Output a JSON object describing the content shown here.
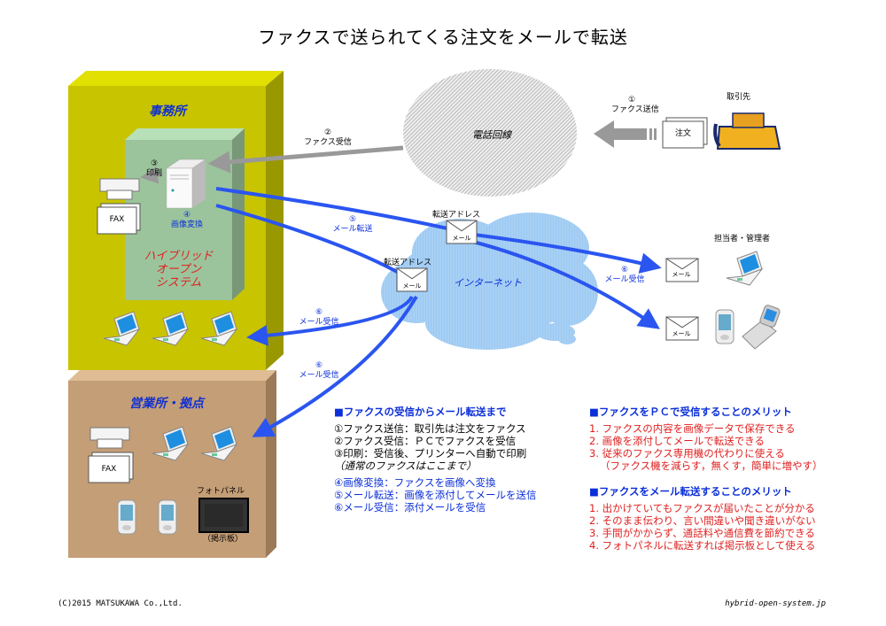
{
  "title": "ファクスで送られてくる注文をメールで転送",
  "colors": {
    "office_front": "#c8c400",
    "office_top": "#e2e000",
    "office_side": "#9a9800",
    "branch_front": "#c49e76",
    "branch_top": "#e0bc94",
    "branch_side": "#9b7a58",
    "system_front": "#9cc49c",
    "system_top": "#b8e0b8",
    "system_side": "#789878",
    "arrow_blue": "#2a55f0",
    "arrow_gray": "#999999",
    "heading_blue": "#0b2fd8",
    "merit_red": "#e02020"
  },
  "zones": {
    "office": "事務所",
    "system": [
      "ハイブリッド",
      "オープン",
      "システム"
    ],
    "branch": "営業所・拠点",
    "phone_line": "電話回線",
    "internet": "インターネット"
  },
  "labels": {
    "step1_num": "①",
    "step1": "ファクス送信",
    "step2_num": "②",
    "step2": "ファクス受信",
    "step3_num": "③",
    "step3": "印刷",
    "step4_num": "④",
    "step4": "画像変換",
    "step5_num": "⑤",
    "step5": "メール転送",
    "step6_num": "⑥",
    "step6": "メール受信",
    "forward_address": "転送アドレス",
    "mail": "メール",
    "fax": "FAX",
    "order": "注文",
    "client": "取引先",
    "manager": "担当者・管理者",
    "photo_panel": "フォトパネル",
    "bulletin_board": "（掲示板）"
  },
  "flow_section": {
    "heading": "■ファクスの受信からメール転送まで",
    "black_lines": [
      "①ファクス送信：取引先は注文をファクス",
      "②ファクス受信：ＰＣでファクスを受信",
      "③印刷：受信後、プリンターへ自動で印刷",
      "（通常のファクスはここまで）"
    ],
    "blue_lines": [
      "④画像変換：ファクスを画像へ変換",
      "⑤メール転送：画像を添付してメールを送信",
      "⑥メール受信：添付メールを受信"
    ]
  },
  "merit_pc": {
    "heading": "■ファクスをＰＣで受信することのメリット",
    "items": [
      "1. ファクスの内容を画像データで保存できる",
      "2. 画像を添付してメールで転送できる",
      "3. 従来のファクス専用機の代わりに使える",
      "（ファクス機を減らす，無くす，簡単に増やす）"
    ]
  },
  "merit_mail": {
    "heading": "■ファクスをメール転送することのメリット",
    "items": [
      "1. 出かけていてもファクスが届いたことが分かる",
      "2. そのまま伝わり、言い間違いや聞き違いがない",
      "3. 手間がかからず、通話料や通信費を節約できる",
      "4. フォトパネルに転送すれば掲示板として使える"
    ]
  },
  "footer": {
    "copyright": "(C)2015 MATSUKAWA Co.,Ltd.",
    "site": "hybrid-open-system.jp"
  }
}
